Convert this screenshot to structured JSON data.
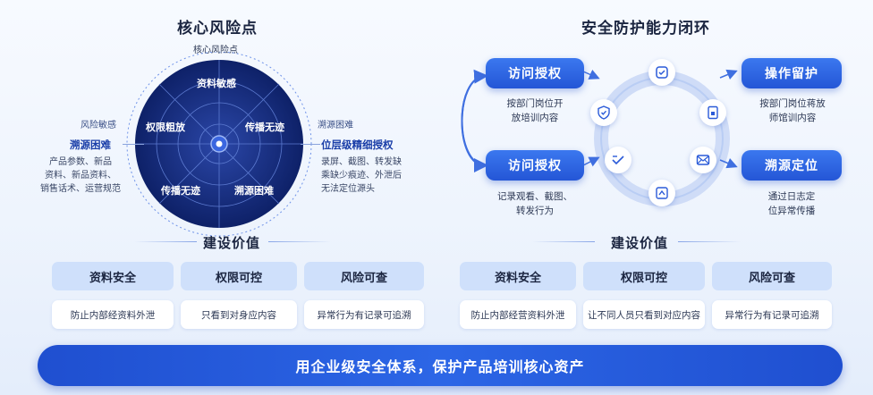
{
  "left": {
    "title": "核心风险点",
    "radar_top_label": "核心风险点",
    "radar_sectors": [
      "资料敏感",
      "权限粗放",
      "传播无迹",
      "传播无迹",
      "溯源困难"
    ],
    "left_side": {
      "subtitle": "风险敏感",
      "heading": "溯源困难",
      "lines": [
        "产品参数、新品",
        "资料、新品资料、",
        "销售话术、运营规范"
      ]
    },
    "right_side": {
      "subtitle": "溯源困难",
      "heading": "位层级精细授权",
      "lines": [
        "录屏、截图、转发缺",
        "乘缺少痕迹、外泄后",
        "无法定位源头"
      ]
    },
    "value_title": "建设价值",
    "cards": [
      {
        "head": "资料安全",
        "body": "防止内部经资料外泄"
      },
      {
        "head": "权限可控",
        "body": "只看到对身应内容"
      },
      {
        "head": "风险可查",
        "body": "异常行为有记录可追溯"
      }
    ]
  },
  "right": {
    "title": "安全防护能力闭环",
    "pills": {
      "access1": "访问授权",
      "access2": "访问授权",
      "operate": "操作留护",
      "trace": "溯源定位"
    },
    "descs": {
      "access1": [
        "按部门岗位开",
        "放培训内容"
      ],
      "access2": [
        "记录观看、截图、",
        "转发行为"
      ],
      "operate": [
        "按部门岗位蒋放",
        "师馆训内容"
      ],
      "trace": [
        "通过日志定",
        "位异常传播"
      ]
    },
    "ring_icons": [
      "shield-check-icon",
      "shield-check-icon",
      "doc-check-icon",
      "file-lock-icon",
      "window-lock-icon",
      "envelope-icon"
    ],
    "value_title": "建设价值",
    "cards": [
      {
        "head": "资料安全",
        "body": "防止内部经营资料外泄"
      },
      {
        "head": "权限可控",
        "body": "让不同人员只看到对应内容"
      },
      {
        "head": "风险可查",
        "body": "异常行为有记录可追溯"
      }
    ]
  },
  "banner": "用企业级安全体系，保护产品培训核心资产",
  "colors": {
    "primary": "#2456d6",
    "navy": "#13286e",
    "card_head": "#cfe0fb"
  }
}
